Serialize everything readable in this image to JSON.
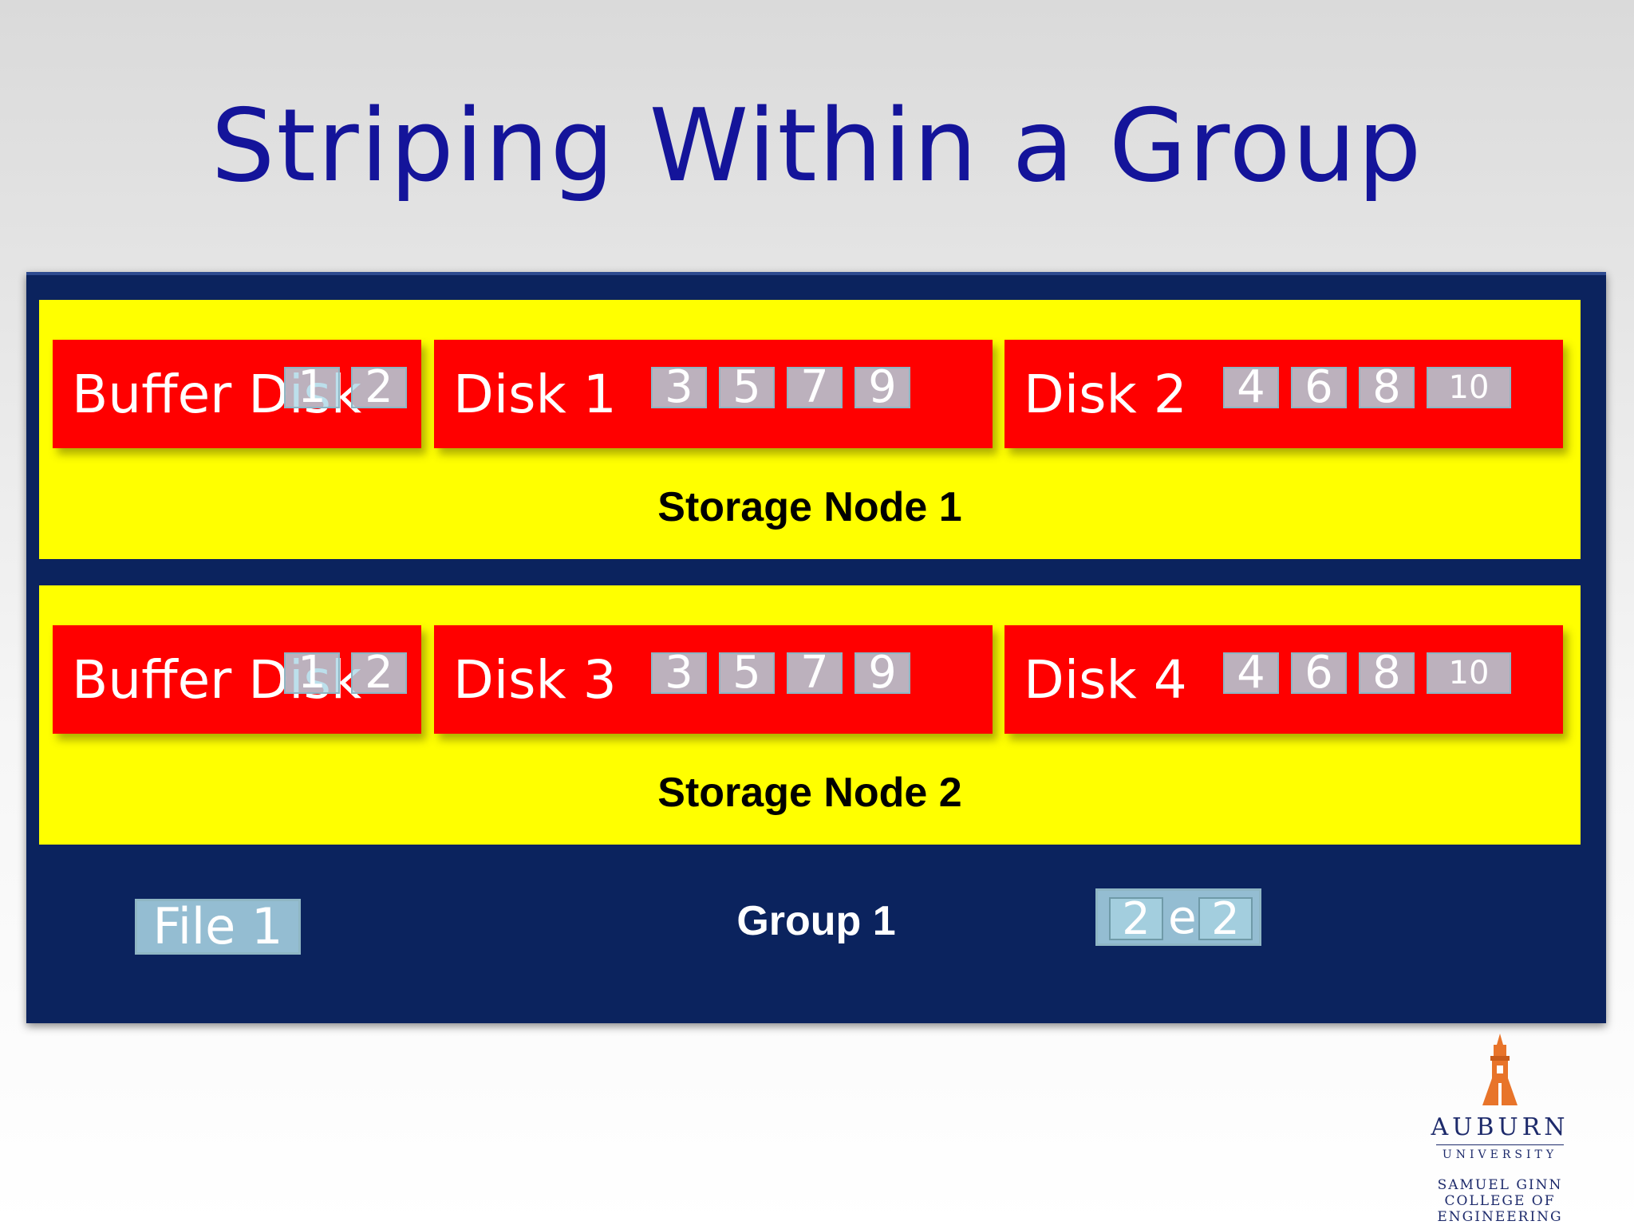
{
  "title": "Striping Within a Group",
  "group": {
    "label": "Group 1",
    "file1": "File 1",
    "file2": {
      "blocks": [
        "2",
        "2"
      ],
      "text_between": "e"
    }
  },
  "nodes": [
    {
      "label": "Storage Node 1",
      "buffer": {
        "label": "Buffer Disk",
        "blocks": [
          "1",
          "2"
        ]
      },
      "disks": [
        {
          "label": "Disk 1",
          "blocks": [
            "3",
            "5",
            "7",
            "9"
          ]
        },
        {
          "label": "Disk 2",
          "blocks": [
            "4",
            "6",
            "8",
            "10"
          ]
        }
      ]
    },
    {
      "label": "Storage Node 2",
      "buffer": {
        "label": "Buffer Disk",
        "blocks": [
          "1",
          "2"
        ]
      },
      "disks": [
        {
          "label": "Disk 3",
          "blocks": [
            "3",
            "5",
            "7",
            "9"
          ]
        },
        {
          "label": "Disk 4",
          "blocks": [
            "4",
            "6",
            "8",
            "10"
          ]
        }
      ]
    }
  ],
  "logo": {
    "name": "AUBURN",
    "university": "UNIVERSITY",
    "college_line1": "SAMUEL GINN",
    "college_line2": "COLLEGE OF ENGINEERING"
  },
  "colors": {
    "title": "#14149a",
    "group_bg": "#0b235e",
    "node_bg": "#ffff00",
    "disk_bg": "#ff0000",
    "block_bg": "#add8e6"
  }
}
